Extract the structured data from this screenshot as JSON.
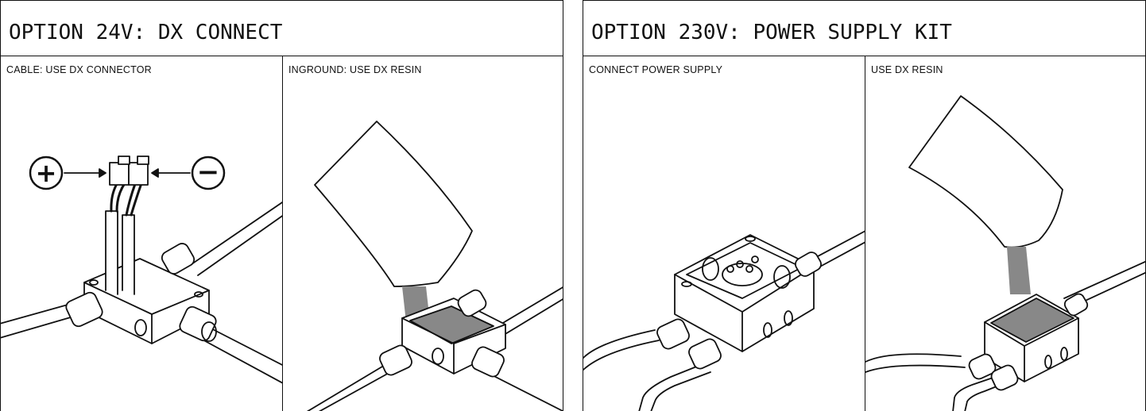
{
  "panels": [
    {
      "title": "OPTION 24V: DX CONNECT",
      "steps": [
        {
          "label": "CABLE: USE DX CONNECTOR"
        },
        {
          "label": "INGROUND: USE DX RESIN"
        }
      ]
    },
    {
      "title": "OPTION 230V: POWER SUPPLY KIT",
      "steps": [
        {
          "label": "CONNECT POWER SUPPLY"
        },
        {
          "label": "USE DX RESIN"
        }
      ]
    }
  ],
  "symbols": {
    "plus": "+",
    "minus": "−"
  },
  "colors": {
    "line": "#111111",
    "resin": "#888888",
    "background": "#ffffff"
  }
}
